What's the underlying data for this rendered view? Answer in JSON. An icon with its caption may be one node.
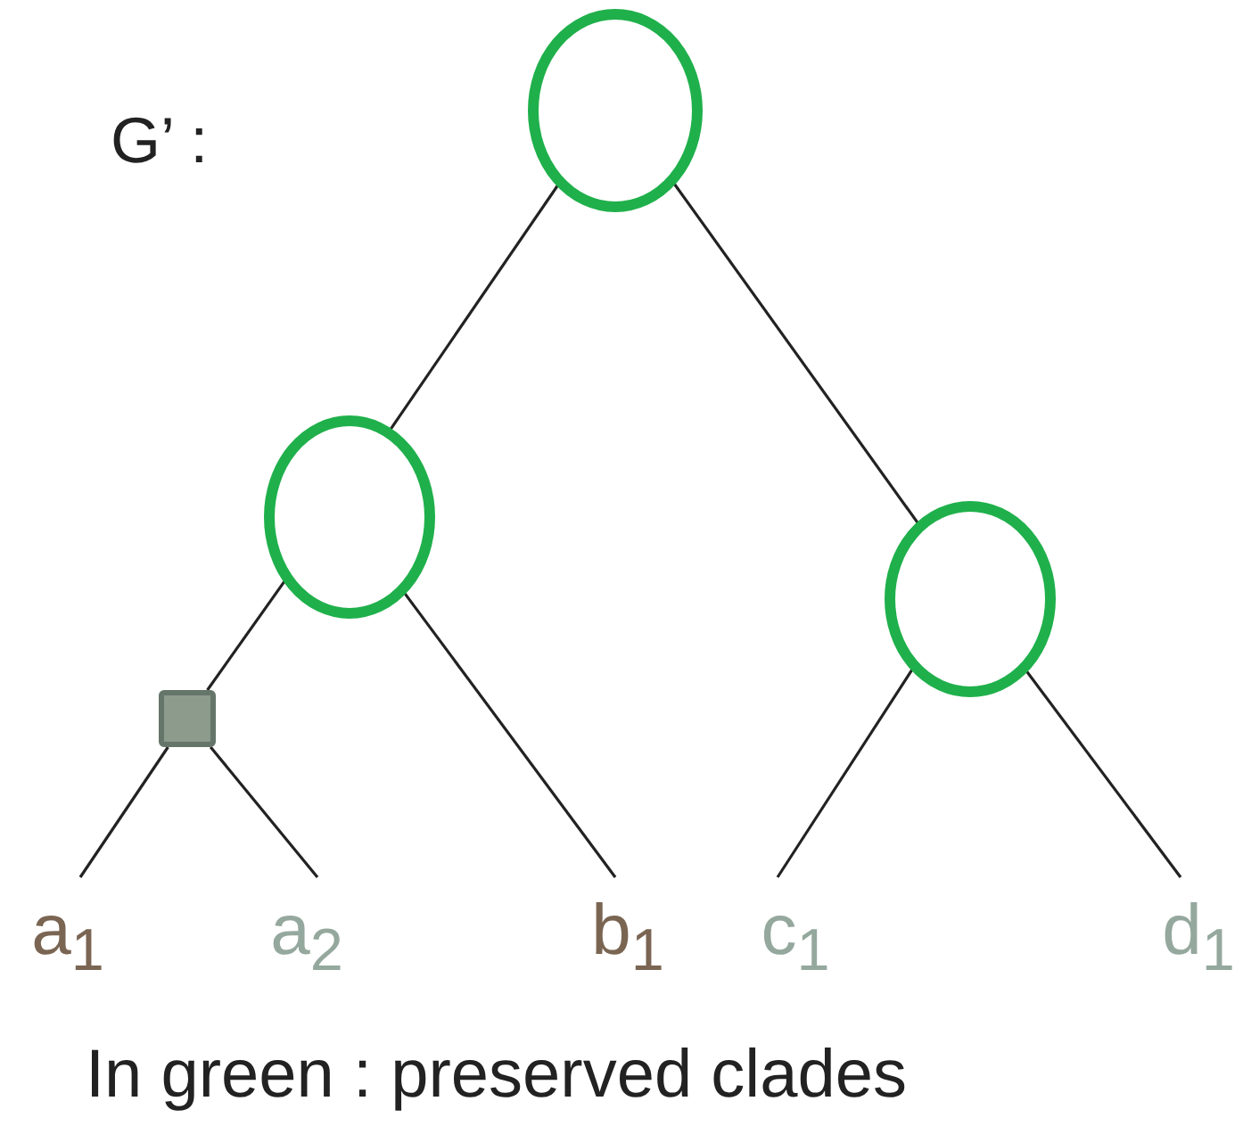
{
  "diagram": {
    "caption": "In green : preserved clades",
    "nodes": [
      {
        "text": [],
        "shape": "circle"
      },
      {
        "text": [],
        "shape": "circle"
      },
      {
        "text": [],
        "shape": "circle"
      },
      {
        "text": [],
        "shape": "box"
      },
      {
        "text": [
          "a$_{1}$"
        ]
      },
      {
        "text": [
          "a$_{2}$"
        ]
      },
      {
        "text": [
          "b$_{1}$"
        ]
      },
      {
        "text": [
          "c$_{1}$"
        ]
      },
      {
        "text": [
          "d$_{1}$"
        ]
      }
    ],
    "edges": [
      {
        "from": 0,
        "to": 1,
        "arrow": "none"
      },
      {
        "from": 0,
        "to": 2,
        "arrow": "none"
      },
      {
        "from": 1,
        "to": 3,
        "arrow": "none"
      },
      {
        "from": 1,
        "to": 6,
        "arrow": "none"
      },
      {
        "from": 2,
        "to": 7,
        "arrow": "none"
      },
      {
        "from": 2,
        "to": 8,
        "arrow": "none"
      },
      {
        "from": 3,
        "to": 4,
        "arrow": "none"
      },
      {
        "from": 3,
        "to": 5,
        "arrow": "none"
      }
    ],
    "labels": [
      "G’ :"
    ]
  }
}
